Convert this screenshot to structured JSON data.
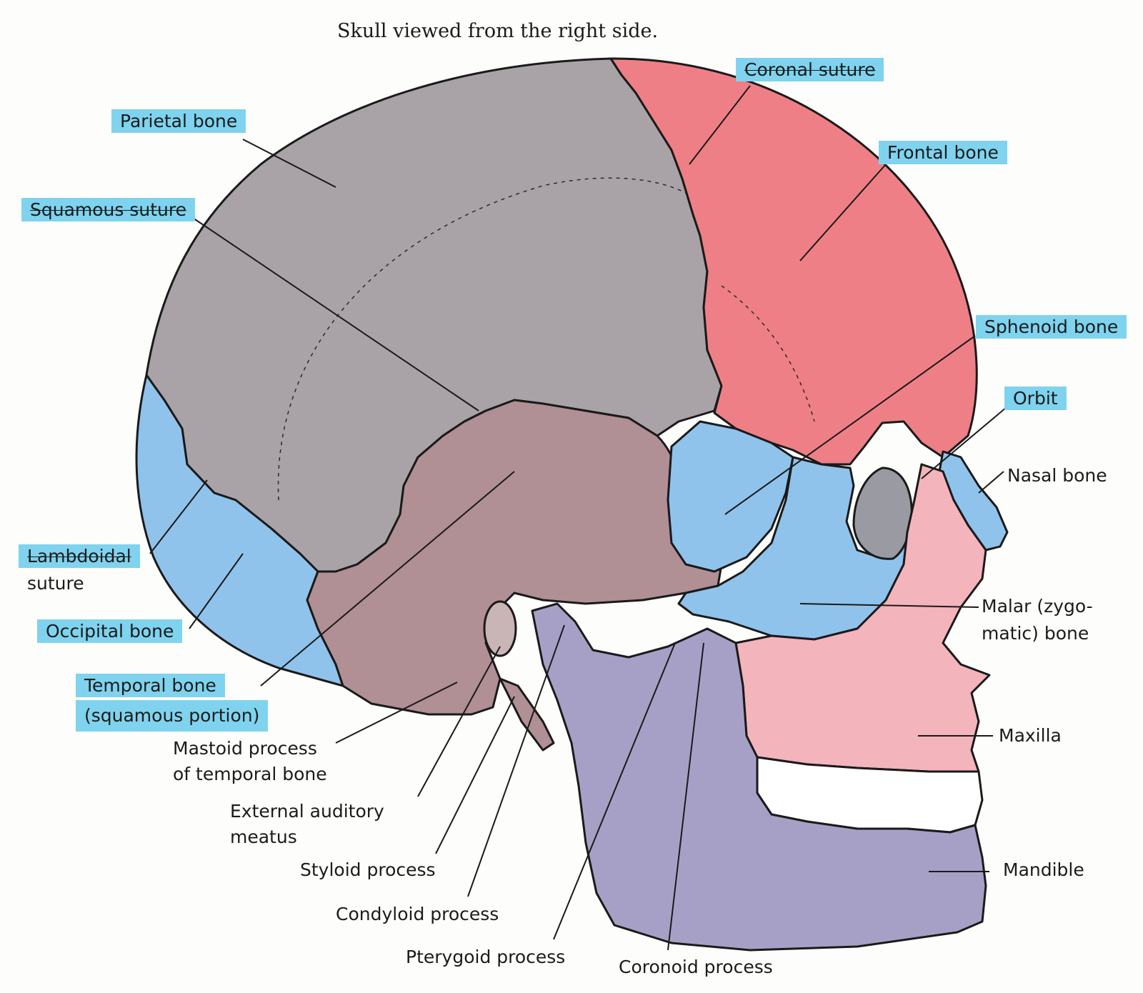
{
  "title": "Skull viewed from the right side.",
  "colors": {
    "parietal": "#a9a3a7",
    "frontal": "#ef7f86",
    "occipital": "#8fc3ec",
    "temporal": "#b08f95",
    "sphenoid": "#8fc3ec",
    "malar": "#8fc3ec",
    "nasal": "#8fc3ec",
    "maxilla": "#f3b4bb",
    "mandible": "#a7a0c6",
    "highlight": "#7fd3ee",
    "outline": "#1a1a1a"
  },
  "labels": {
    "parietal": "Parietal bone",
    "squamous_suture": "Squamous suture",
    "lambdoidal_1": "Lambdoidal",
    "lambdoidal_2": "suture",
    "occipital": "Occipital bone",
    "temporal_1": "Temporal bone",
    "temporal_2": "(squamous portion)",
    "mastoid_1": "Mastoid process",
    "mastoid_2": "of temporal bone",
    "external_1": "External auditory",
    "external_2": "meatus",
    "styloid": "Styloid process",
    "condyloid": "Condyloid process",
    "pterygoid": "Pterygoid process",
    "coronoid": "Coronoid process",
    "coronal_suture": "Coronal suture",
    "frontal": "Frontal bone",
    "sphenoid": "Sphenoid bone",
    "orbit": "Orbit",
    "nasal": "Nasal bone",
    "malar_1": "Malar (zygo-",
    "malar_2": "matic) bone",
    "maxilla": "Maxilla",
    "mandible": "Mandible"
  }
}
